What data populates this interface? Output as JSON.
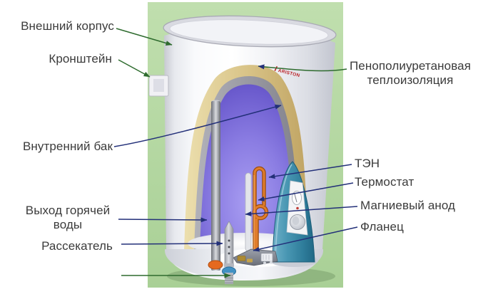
{
  "diagram": {
    "brand": "ARISTON",
    "labels": {
      "outer_casing": "Внешний корпус",
      "bracket": "Кронштейн",
      "inner_tank": "Внутренний бак",
      "hot_water_outlet": "Выход горячей воды",
      "diffuser": "Рассекатель",
      "insulation": "Пенополиуретановая теплоизоляция",
      "heating_element": "ТЭН",
      "thermostat": "Термостат",
      "magnesium_anode": "Магниевый анод",
      "flange": "Фланец"
    },
    "colors": {
      "label_text": "#3b3b3b",
      "arrow_green": "#2e6b2e",
      "arrow_navy": "#233079",
      "panel_green": "#b7daa5",
      "insulation_tan": "#d9c488",
      "tank_purple": "#7b6ad8",
      "cover_teal": "#2f7d9b",
      "element_orange": "#e07d2b",
      "brand_red": "#bb2429"
    }
  }
}
